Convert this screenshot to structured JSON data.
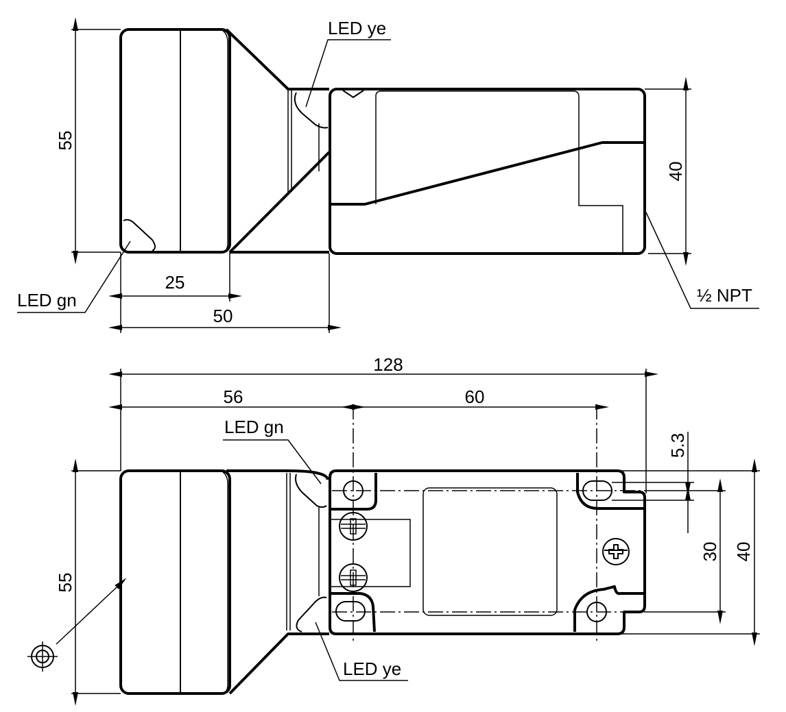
{
  "top_view": {
    "led_ye_label": "LED ye",
    "led_gn_label": "LED gn",
    "thread_label": "½ NPT",
    "dim_height_total": "55",
    "dim_height_body": "40",
    "dim_head_length": "25",
    "dim_head_to_body": "50"
  },
  "bottom_view": {
    "led_gn_label": "LED gn",
    "led_ye_label": "LED ye",
    "dim_total_length": "128",
    "dim_to_first_hole": "56",
    "dim_hole_spacing": "60",
    "dim_hole_diameter": "5.3",
    "dim_hole_vertical_spacing": "30",
    "dim_body_height": "40",
    "dim_height_total": "55"
  }
}
